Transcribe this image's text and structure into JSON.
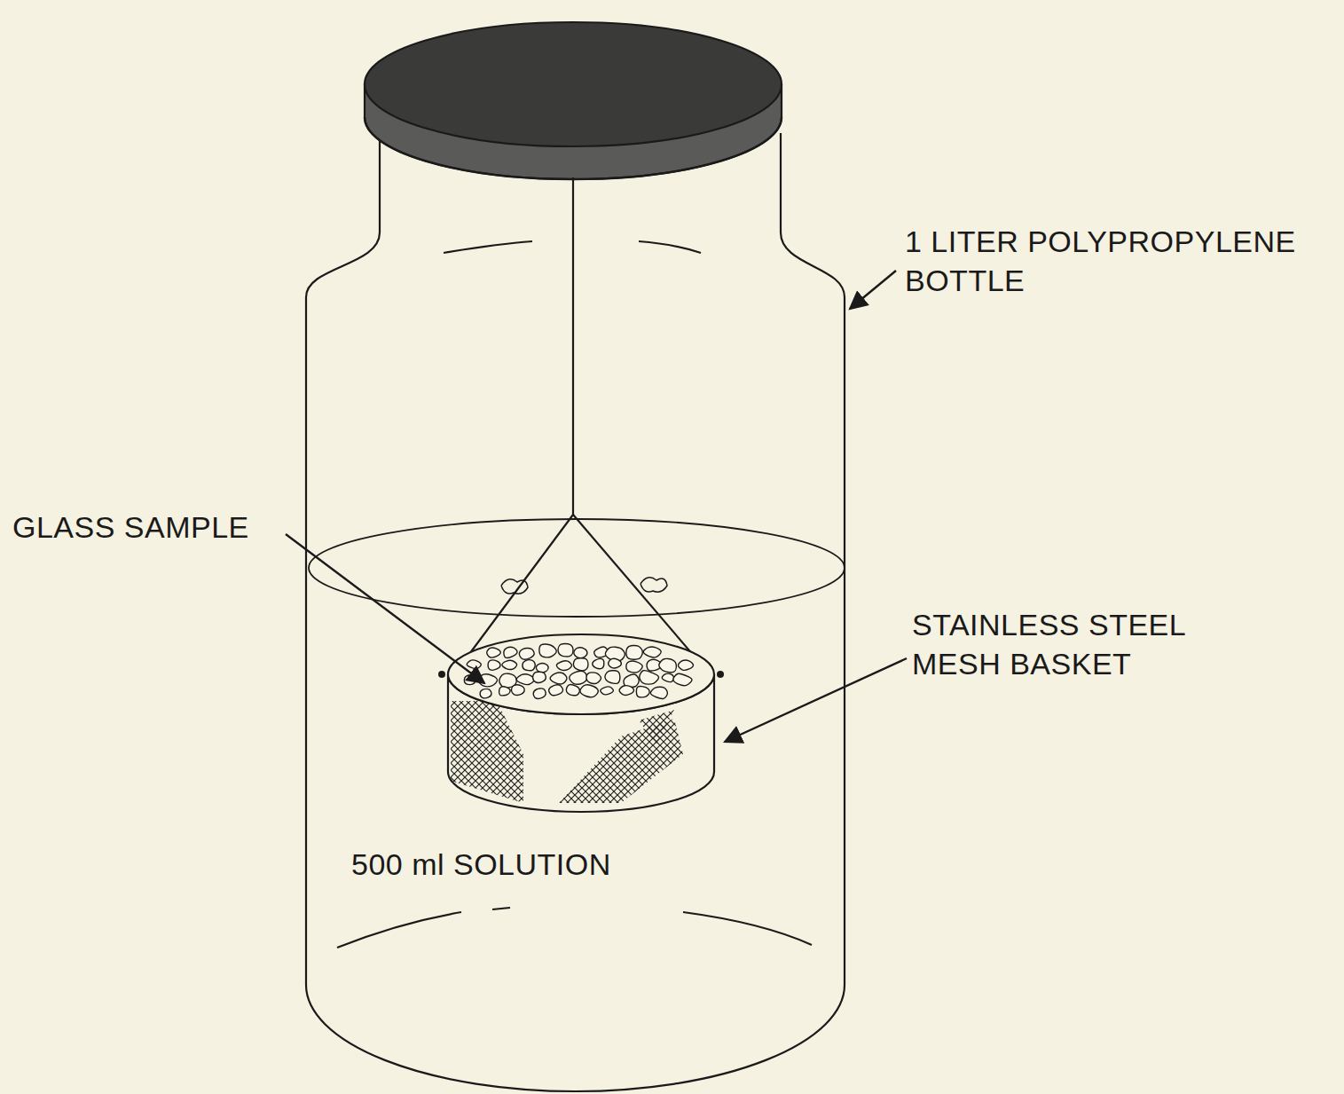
{
  "diagram": {
    "labels": [
      "1 LITER POLYPROPYLENE BOTTLE",
      "GLASS SAMPLE",
      "STAINLESS STEEL MESH BASKET",
      "500 ml SOLUTION"
    ]
  }
}
